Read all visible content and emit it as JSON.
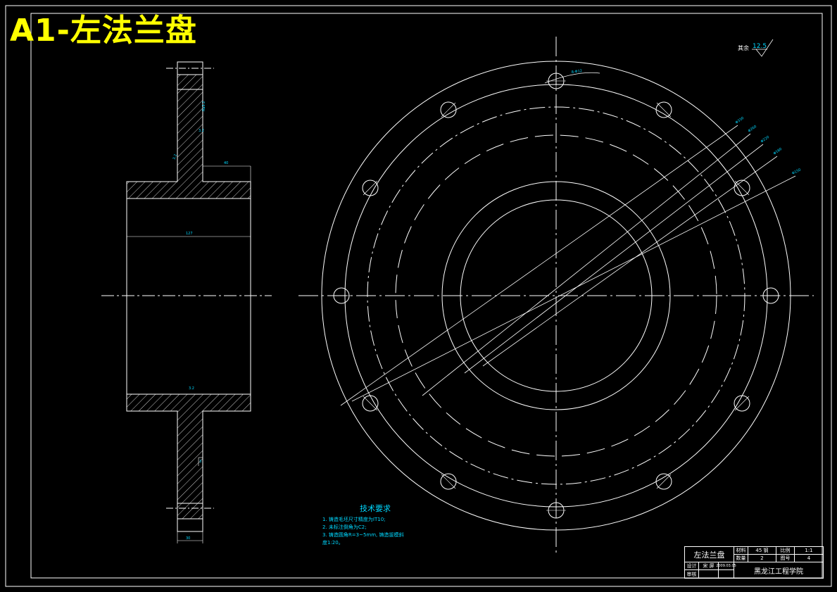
{
  "title": "A1-左法兰盘",
  "roughness": {
    "prefix": "其余",
    "value": "12.5"
  },
  "dimensions": {
    "bore_width": "127",
    "hub_length": "40",
    "flange_thickness": "30",
    "roughness_face": "Ra3.2",
    "roughness_bore": "3.2",
    "roughness_edge": "3.2",
    "roughness_hub": "3.2",
    "small_mark": "3",
    "bolt_hole_pcd": "8-Φ12",
    "diameters": [
      "Φ330",
      "Φ260",
      "Φ220",
      "Φ180",
      "Φ150"
    ]
  },
  "tech_requirements": {
    "title": "技术要求",
    "items": [
      "1. 铸造毛坯尺寸精度为IT10;",
      "2. 未标注倒角为C2;",
      "3. 铸造圆角R=3~5mm, 铸造拔模斜",
      "度1:20。"
    ]
  },
  "title_block": {
    "part_name": "左法兰盘",
    "material_label": "材料",
    "material": "45 钢",
    "scale_label": "比例",
    "scale": "1:1",
    "qty_label": "数量",
    "qty": "2",
    "drawing_no_label": "图号",
    "drawing_no": "4",
    "designer_label": "设计",
    "designer": "宋 屏",
    "date": "2009.03.05",
    "reviewer_label": "审核",
    "school": "黑龙江工程学院"
  },
  "colors": {
    "background": "#000000",
    "lines": "#ffffff",
    "title": "#ffff00",
    "annotation": "#00d8ff"
  }
}
